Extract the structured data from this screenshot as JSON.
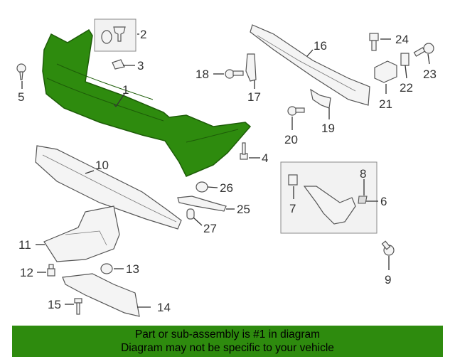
{
  "callouts": [
    "1",
    "2",
    "3",
    "4",
    "5",
    "6",
    "7",
    "8",
    "9",
    "10",
    "11",
    "12",
    "13",
    "14",
    "15",
    "16",
    "17",
    "18",
    "19",
    "20",
    "21",
    "22",
    "23",
    "24",
    "25",
    "26",
    "27"
  ],
  "highlight_color": "#2e8b0e",
  "banner": {
    "line1": "Part or sub-assembly is #1 in diagram",
    "line2": "Diagram may not be specific to your vehicle"
  }
}
